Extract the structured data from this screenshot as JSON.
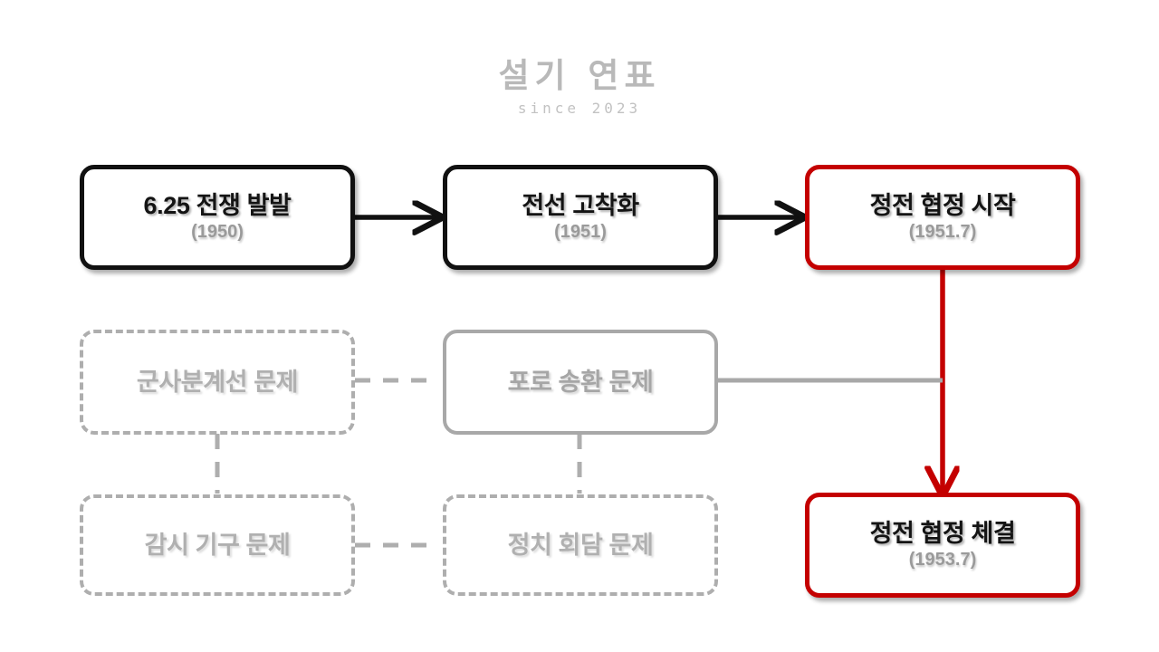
{
  "watermark": {
    "title": "설기 연표",
    "subtitle": "since 2023"
  },
  "colors": {
    "background": "#ffffff",
    "main_border": "#111111",
    "highlight": "#c40000",
    "muted_solid": "#a8a8a8",
    "muted_dashed": "#aeaeae",
    "date_text": "#9a9a9a",
    "muted_text": "#aeaeae"
  },
  "diagram": {
    "type": "flowchart",
    "nodes": [
      {
        "id": "war-outbreak",
        "title": "6.25 전쟁 발발",
        "date": "(1950)",
        "style": "main"
      },
      {
        "id": "front-stalemate",
        "title": "전선 고착화",
        "date": "(1951)",
        "style": "main"
      },
      {
        "id": "armistice-start",
        "title": "정전 협정 시작",
        "date": "(1951.7)",
        "style": "highlight"
      },
      {
        "id": "mdl-issue",
        "title": "군사분계선 문제",
        "date": "",
        "style": "muted-dashed"
      },
      {
        "id": "pow-issue",
        "title": "포로 송환 문제",
        "date": "",
        "style": "muted-solid"
      },
      {
        "id": "supervision-issue",
        "title": "감시 기구 문제",
        "date": "",
        "style": "muted-dashed"
      },
      {
        "id": "political-talks-issue",
        "title": "정치 회담 문제",
        "date": "",
        "style": "muted-dashed"
      },
      {
        "id": "armistice-signed",
        "title": "정전 협정 체결",
        "date": "(1953.7)",
        "style": "highlight"
      }
    ],
    "edges": [
      {
        "from": "war-outbreak",
        "to": "front-stalemate",
        "style": "solid-black-arrow"
      },
      {
        "from": "front-stalemate",
        "to": "armistice-start",
        "style": "solid-black-arrow"
      },
      {
        "from": "armistice-start",
        "to": "armistice-signed",
        "style": "solid-red-arrow"
      },
      {
        "from": "mdl-issue",
        "to": "pow-issue",
        "style": "dashed-gray"
      },
      {
        "from": "mdl-issue",
        "to": "supervision-issue",
        "style": "dashed-gray"
      },
      {
        "from": "supervision-issue",
        "to": "political-talks-issue",
        "style": "dashed-gray"
      },
      {
        "from": "pow-issue",
        "to": "political-talks-issue",
        "style": "dashed-gray"
      },
      {
        "from": "pow-issue",
        "to": "armistice-trunk",
        "style": "solid-gray"
      }
    ]
  }
}
